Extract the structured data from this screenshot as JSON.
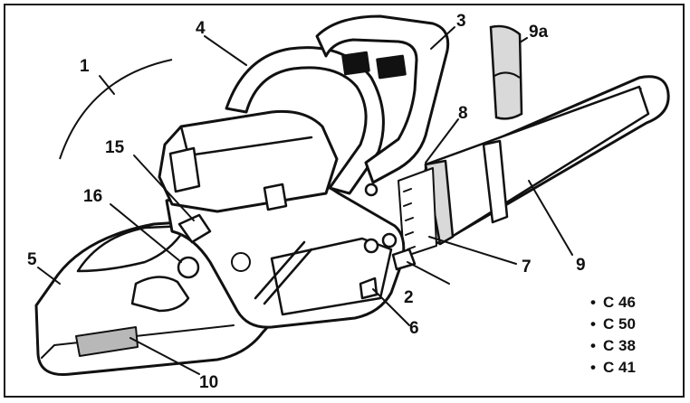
{
  "colors": {
    "ink": "#111111",
    "body_fill": "#ffffff",
    "shade": "#d9d9d9",
    "label_plate": "#b8b8b8"
  },
  "callouts": [
    {
      "id": "c1",
      "text": "1"
    },
    {
      "id": "c2",
      "text": "2"
    },
    {
      "id": "c3",
      "text": "3"
    },
    {
      "id": "c4",
      "text": "4"
    },
    {
      "id": "c5",
      "text": "5"
    },
    {
      "id": "c6",
      "text": "6"
    },
    {
      "id": "c7",
      "text": "7"
    },
    {
      "id": "c8",
      "text": "8"
    },
    {
      "id": "c9",
      "text": "9"
    },
    {
      "id": "c9a",
      "text": "9a"
    },
    {
      "id": "c10",
      "text": "10"
    },
    {
      "id": "c15",
      "text": "15"
    },
    {
      "id": "c16",
      "text": "16"
    }
  ],
  "models": {
    "bullet": "•",
    "items": [
      "C 46",
      "C 50",
      "C 38",
      "C 41"
    ]
  }
}
